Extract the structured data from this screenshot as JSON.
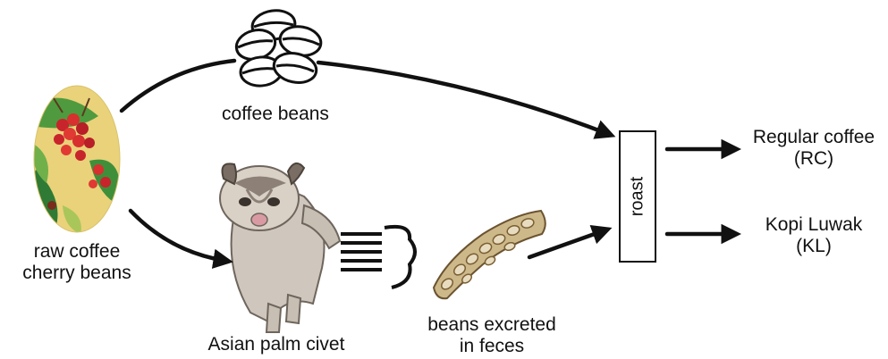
{
  "labels": {
    "coffee_beans": "coffee beans",
    "raw_coffee": "raw coffee\ncherry beans",
    "civet": "Asian palm civet",
    "excreted": "beans excreted\nin feces",
    "roast": "roast",
    "regular": "Regular coffee\n(RC)",
    "kopi": "Kopi Luwak\n(KL)"
  },
  "colors": {
    "line": "#111111",
    "cherry_red": "#c8242b",
    "leaf_green": "#3f8f3a",
    "civet_fur": "#cfc7bd",
    "feces_brown": "#9a7a45"
  }
}
